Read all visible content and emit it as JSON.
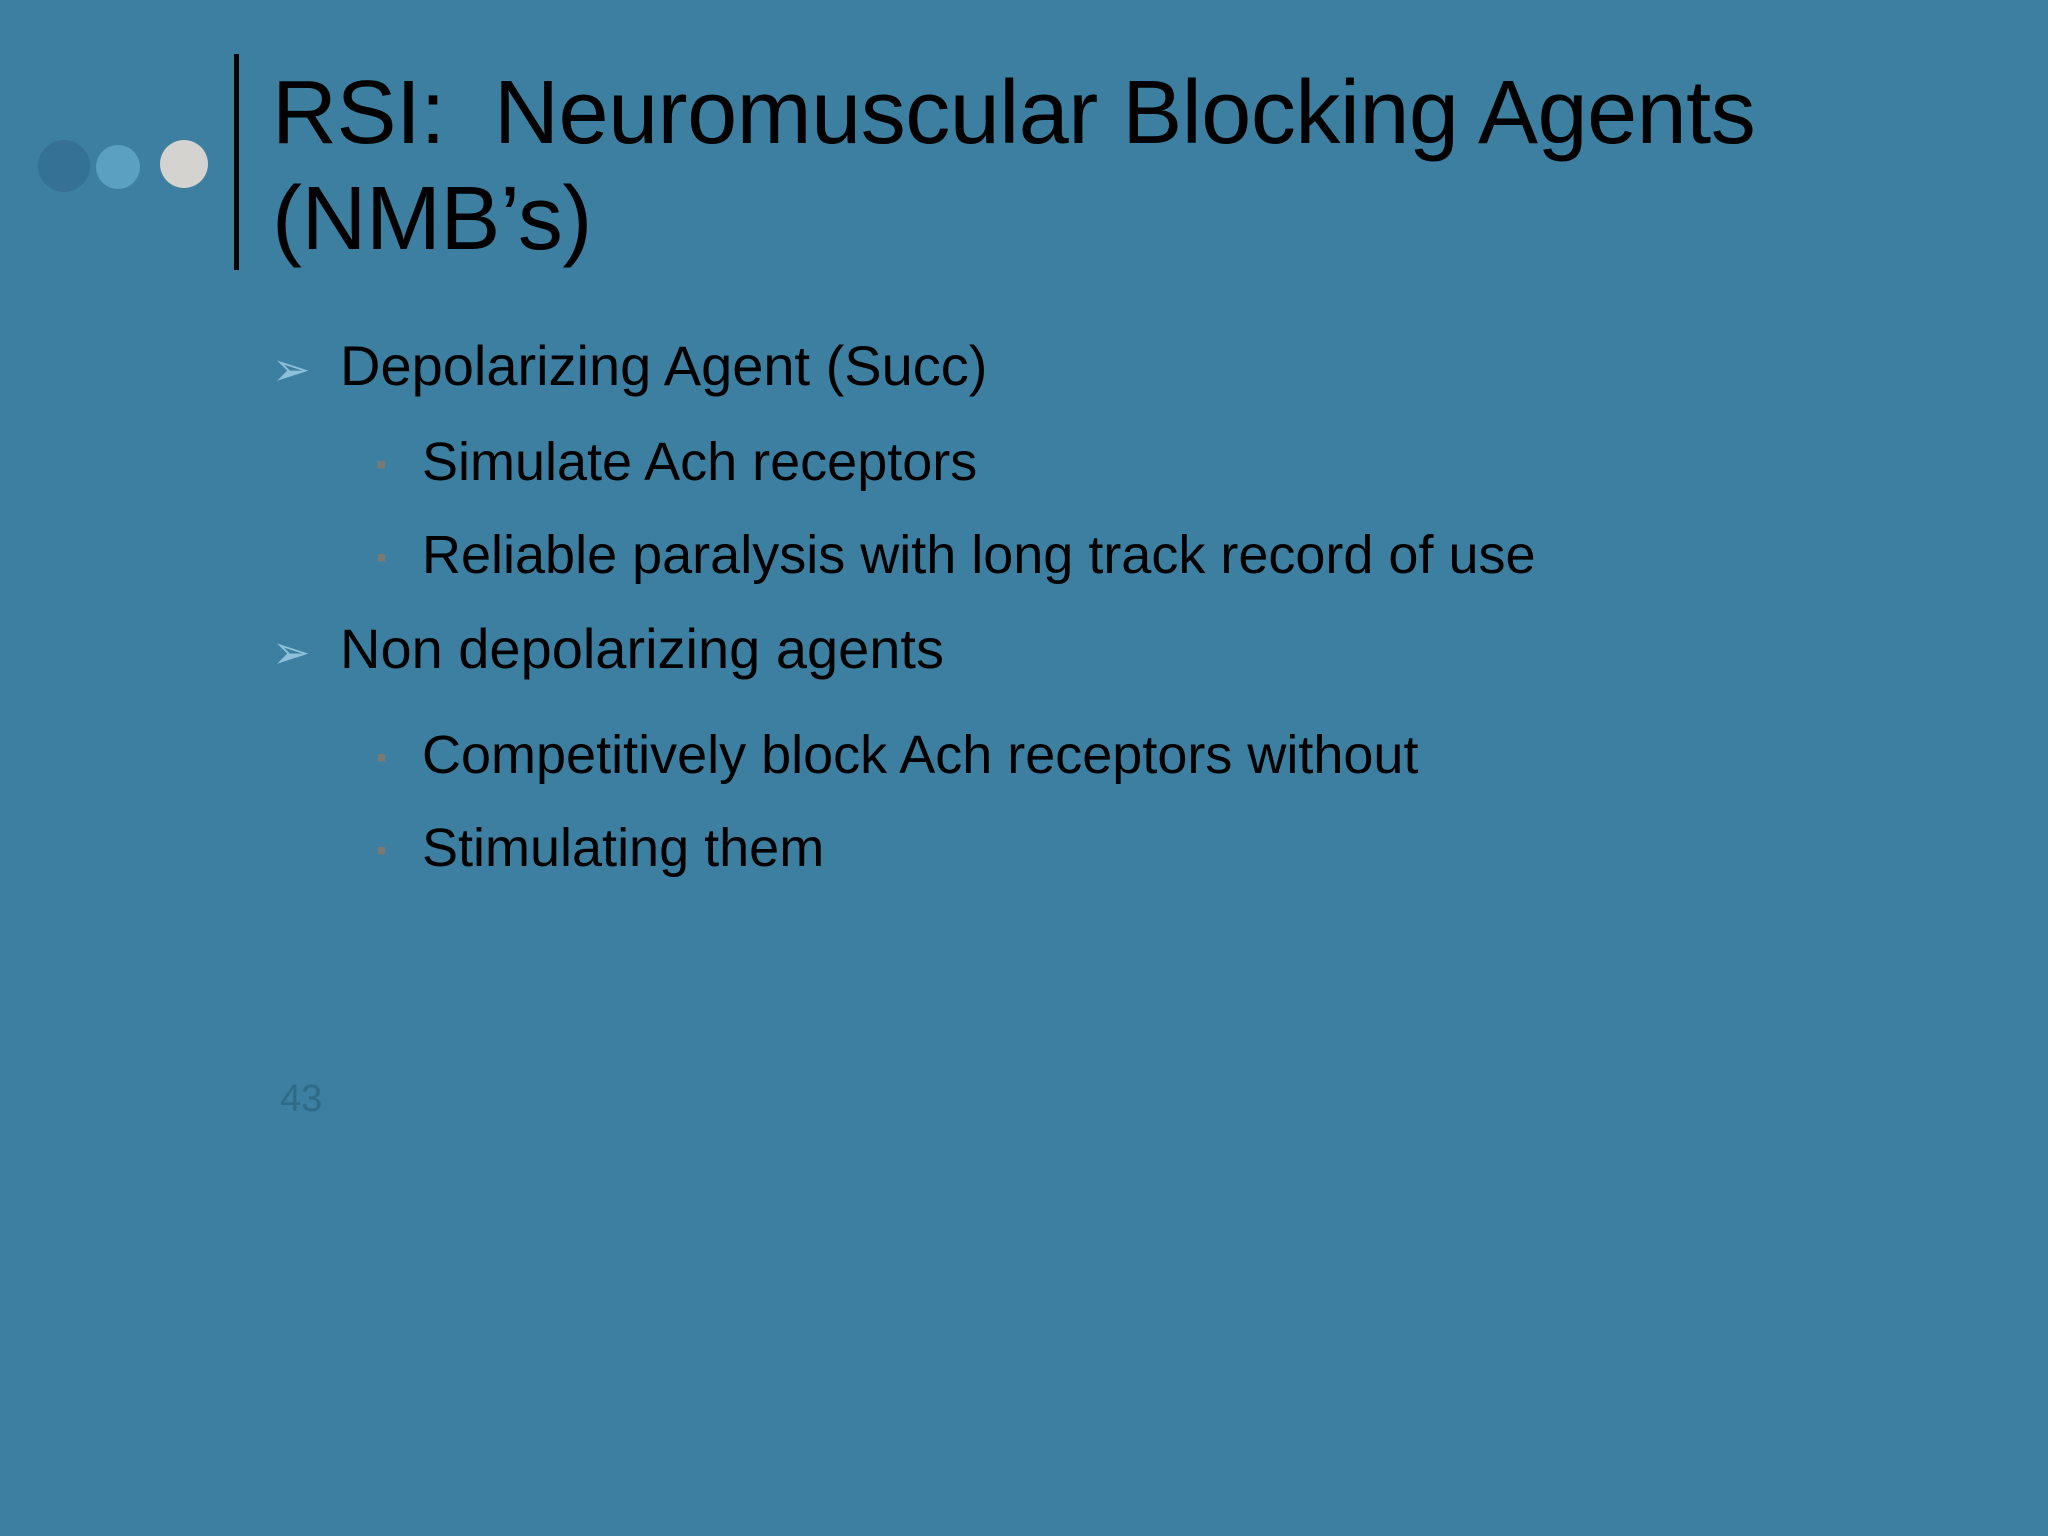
{
  "slide": {
    "background_color": "#3d7fa0",
    "title": "RSI:  Neuromuscular Blocking Agents (NMB’s)",
    "page_number": "43",
    "decorations": {
      "dot_1_color": "#357194",
      "dot_2_color": "#5ba0c0",
      "dot_3_color": "#d5d3cf",
      "rule_color": "#000000"
    },
    "markers": {
      "level_1_glyph": "➢",
      "level_1_color": "#8fc0da",
      "level_2_glyph": "▪",
      "level_2_color": "#7a7a72"
    },
    "bullets": [
      {
        "level": 1,
        "text": "Depolarizing Agent (Succ)"
      },
      {
        "level": 2,
        "text": "Simulate Ach receptors"
      },
      {
        "level": 2,
        "text": "Reliable paralysis with long track record of use"
      },
      {
        "level": 1,
        "text": "Non depolarizing agents"
      },
      {
        "level": 2,
        "text": "Competitively block Ach receptors without"
      },
      {
        "level": 2,
        "text": "Stimulating them"
      }
    ]
  }
}
